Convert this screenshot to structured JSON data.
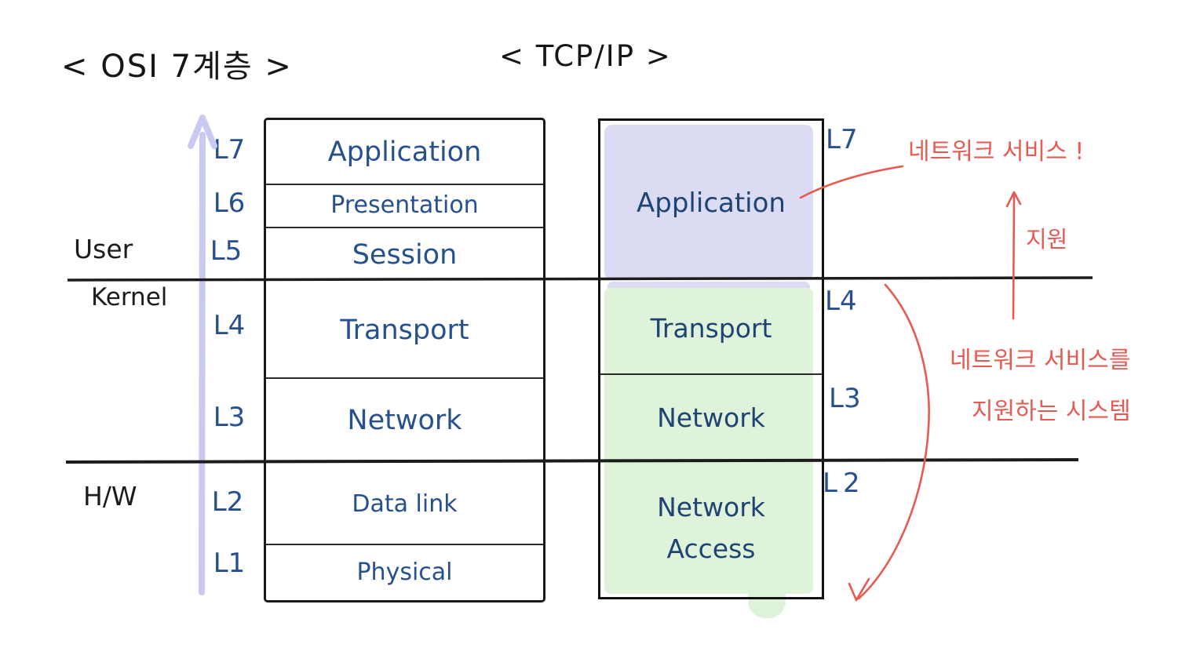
{
  "titles": {
    "osi": "< OSI 7계층 >",
    "tcpip": "< TCP/IP >"
  },
  "osi_stack": {
    "layers": [
      {
        "num": "L7",
        "name": "Application"
      },
      {
        "num": "L6",
        "name": "Presentation"
      },
      {
        "num": "L5",
        "name": "Session"
      },
      {
        "num": "L4",
        "name": "Transport"
      },
      {
        "num": "L3",
        "name": "Network"
      },
      {
        "num": "L2",
        "name": "Data link"
      },
      {
        "num": "L1",
        "name": "Physical"
      }
    ]
  },
  "tcpip_stack": {
    "layers": [
      {
        "num": "L7",
        "name": "Application"
      },
      {
        "num": "L4",
        "name": "Transport"
      },
      {
        "num": "L3",
        "name": "Network"
      },
      {
        "num": "L2",
        "name": "Network Access"
      }
    ]
  },
  "boundary_labels": {
    "user": "User",
    "kernel": "Kernel",
    "hw": "H/W"
  },
  "annotations": {
    "network_service": "네트워크 서비스 !",
    "support": "지원",
    "system_line1": "네트워크 서비스를",
    "system_line2": "지원하는 시스템"
  },
  "colors": {
    "ink_blue": "#27508e",
    "ink_black": "#1c1c1c",
    "ink_red": "#e65a52",
    "highlight_lavender": "#dcdbf4",
    "highlight_green": "#dff3da",
    "arrow_lavender": "#cac9f2"
  }
}
